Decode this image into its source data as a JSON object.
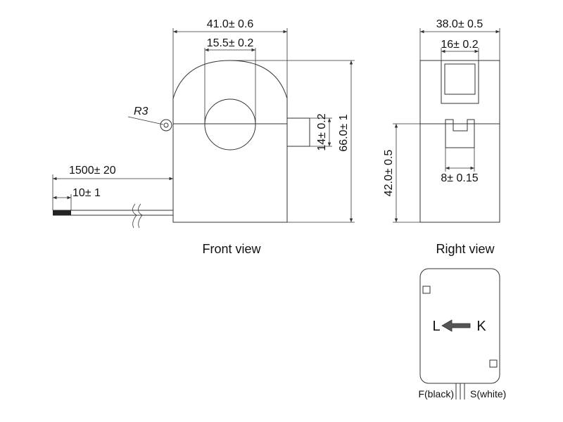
{
  "front_view": {
    "label": "Front view",
    "dims": {
      "width": "41.0± 0.6",
      "window": "15.5± 0.2",
      "height": "66.0± 1",
      "side": "14± 0.2",
      "radius": "R3",
      "cable": "1500± 20",
      "strip": "10± 1"
    }
  },
  "right_view": {
    "label": "Right view",
    "dims": {
      "width": "38.0± 0.5",
      "clip": "16± 0.2",
      "height": "42.0± 0.5",
      "slot": "8± 0.15"
    }
  },
  "label_view": {
    "left_letter": "L",
    "right_letter": "K",
    "lead_f": "F(black)",
    "lead_s": "S(white)"
  }
}
